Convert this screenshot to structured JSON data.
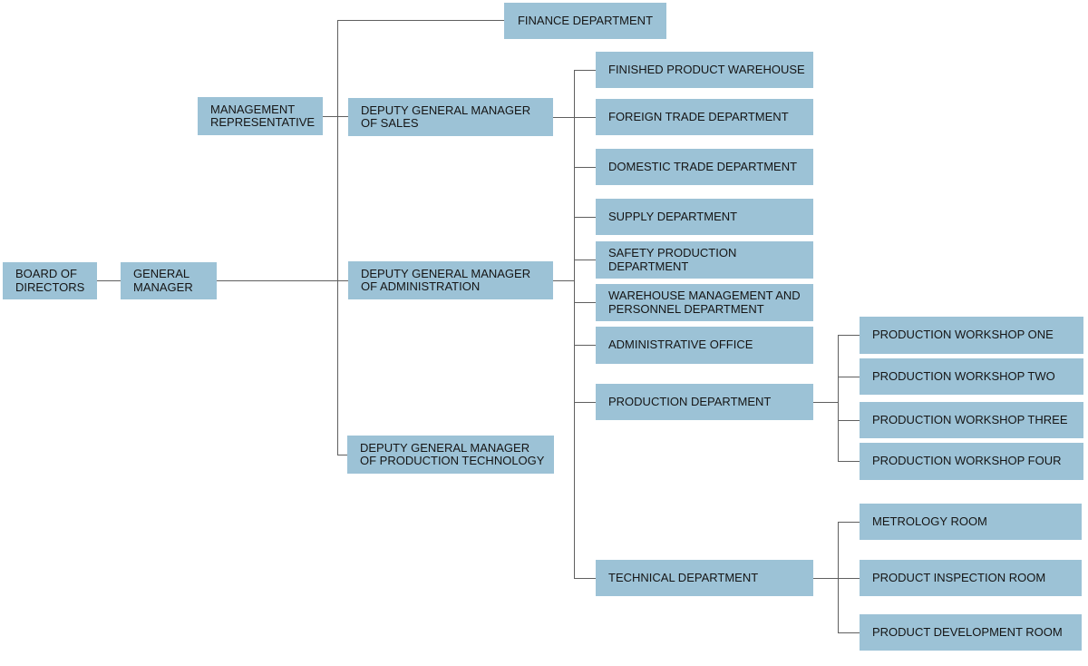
{
  "diagram": {
    "type": "org-chart",
    "colors": {
      "node_fill": "#9cc2d6",
      "connector_line": "#5f5f5f",
      "text": "#151515",
      "background": "#ffffff"
    },
    "nodes": {
      "board": {
        "label": "BOARD OF\nDIRECTORS",
        "children": [
          "general_manager"
        ]
      },
      "general_manager": {
        "label": "GENERAL\nMANAGER",
        "children": [
          "finance",
          "management_rep",
          "dep_sales",
          "dep_admin",
          "dep_prodtech"
        ]
      },
      "management_rep": {
        "label": "MANAGEMENT\nREPRESENTATIVE",
        "children": []
      },
      "finance": {
        "label": "FINANCE DEPARTMENT",
        "children": []
      },
      "dep_sales": {
        "label": "DEPUTY GENERAL MANAGER\nOF SALES",
        "children": [
          "finished_warehouse",
          "foreign_trade",
          "domestic_trade"
        ]
      },
      "dep_admin": {
        "label": "DEPUTY GENERAL MANAGER\nOF ADMINISTRATION",
        "children": [
          "supply",
          "safety",
          "warehouse_personnel",
          "admin_office",
          "production_dept",
          "technical_dept"
        ]
      },
      "dep_prodtech": {
        "label": "DEPUTY GENERAL MANAGER\nOF PRODUCTION TECHNOLOGY",
        "children": []
      },
      "finished_warehouse": {
        "label": "FINISHED PRODUCT WAREHOUSE",
        "children": []
      },
      "foreign_trade": {
        "label": "FOREIGN TRADE DEPARTMENT",
        "children": []
      },
      "domestic_trade": {
        "label": "DOMESTIC TRADE DEPARTMENT",
        "children": []
      },
      "supply": {
        "label": "SUPPLY DEPARTMENT",
        "children": []
      },
      "safety": {
        "label": "SAFETY PRODUCTION\nDEPARTMENT",
        "children": []
      },
      "warehouse_personnel": {
        "label": "WAREHOUSE MANAGEMENT AND\nPERSONNEL DEPARTMENT",
        "children": []
      },
      "admin_office": {
        "label": "ADMINISTRATIVE OFFICE",
        "children": []
      },
      "production_dept": {
        "label": "PRODUCTION DEPARTMENT",
        "children": [
          "workshop_one",
          "workshop_two",
          "workshop_three",
          "workshop_four"
        ]
      },
      "technical_dept": {
        "label": "TECHNICAL DEPARTMENT",
        "children": [
          "metrology",
          "inspection",
          "development"
        ]
      },
      "workshop_one": {
        "label": "PRODUCTION WORKSHOP ONE",
        "children": []
      },
      "workshop_two": {
        "label": "PRODUCTION WORKSHOP TWO",
        "children": []
      },
      "workshop_three": {
        "label": "PRODUCTION WORKSHOP THREE",
        "children": []
      },
      "workshop_four": {
        "label": "PRODUCTION WORKSHOP FOUR",
        "children": []
      },
      "metrology": {
        "label": "METROLOGY ROOM",
        "children": []
      },
      "inspection": {
        "label": "PRODUCT INSPECTION ROOM",
        "children": []
      },
      "development": {
        "label": "PRODUCT DEVELOPMENT ROOM",
        "children": []
      }
    }
  }
}
